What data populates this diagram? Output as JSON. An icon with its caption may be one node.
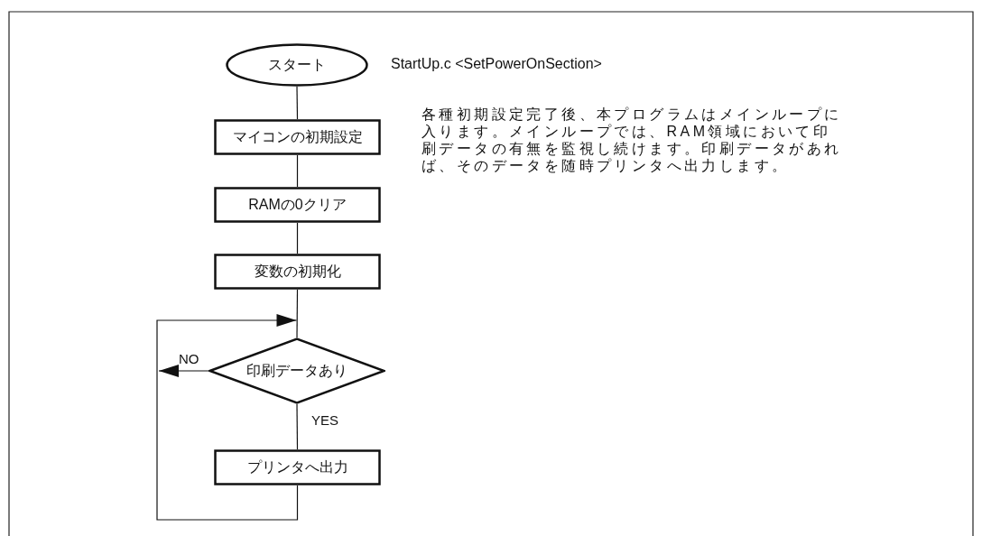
{
  "diagram": {
    "nodes": [
      {
        "text": [
          "スタート"
        ],
        "beside": [
          "StartUp.c <SetPowerOnSection>"
        ]
      },
      {
        "text": [
          "マイコンの初期設定"
        ]
      },
      {
        "text": [
          "RAMの0クリア"
        ]
      },
      {
        "text": [
          "変数の初期化"
        ]
      },
      {
        "text": [
          "印刷データあり"
        ]
      },
      {
        "text": [
          "プリンタへ出力"
        ]
      }
    ],
    "edges": [
      {
        "from": 0,
        "to": 1,
        "arrow": "none"
      },
      {
        "from": 1,
        "to": 2,
        "arrow": "none"
      },
      {
        "from": 2,
        "to": 3,
        "arrow": "none"
      },
      {
        "from": 3,
        "to": 4,
        "arrow": "none"
      },
      {
        "from": 4,
        "to": 5,
        "arrow": "none",
        "label": "YES"
      },
      {
        "from": 5,
        "to": null,
        "arrow": "to"
      },
      {
        "from": 4,
        "to": null,
        "arrow": "to",
        "label": "NO"
      }
    ],
    "labels": [
      "各種初期設定完了後、本プログラムはメインループに入ります。メインループでは、RAM領域において印刷データの有無を監視し続けます。印刷データがあれば、そのデータを随時プリンタへ出力します。"
    ]
  }
}
